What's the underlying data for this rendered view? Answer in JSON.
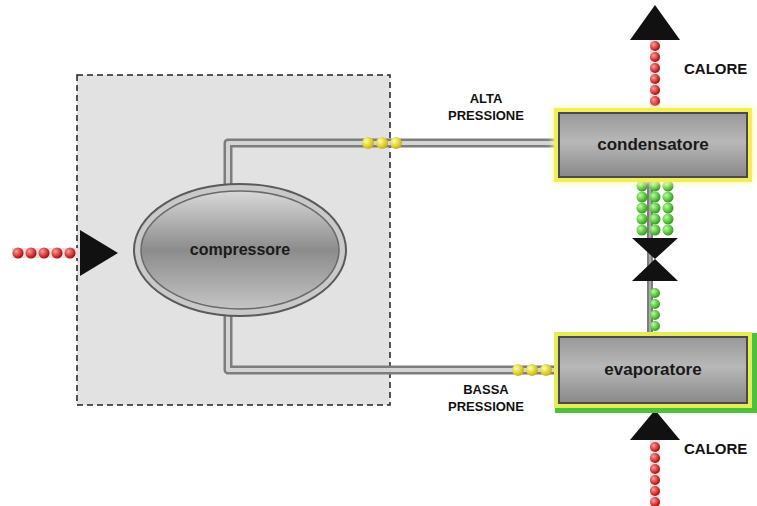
{
  "diagram": {
    "nodes": [
      {
        "text": [
          "compressore"
        ]
      },
      {
        "text": [
          "condensatore"
        ]
      },
      {
        "text": [
          "evaporatore"
        ]
      }
    ],
    "edges": [
      {
        "from": 0,
        "to": 1,
        "arrow": "none"
      },
      {
        "from": 1,
        "to": 2,
        "arrow": "none"
      },
      {
        "from": 2,
        "to": 0,
        "arrow": "none"
      }
    ],
    "labels": [
      "ALTA PRESSIONE",
      "BASSA PRESSIONE",
      "CALORE",
      "CALORE"
    ]
  }
}
